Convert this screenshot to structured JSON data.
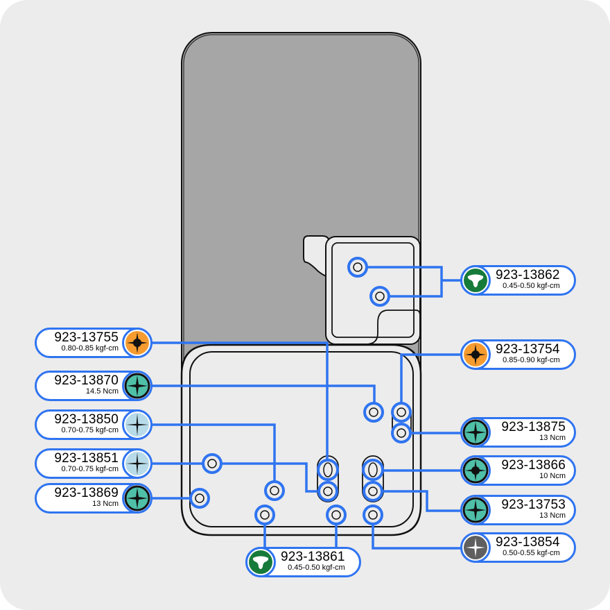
{
  "diagram": {
    "title": "Screw map",
    "colors": {
      "leader": "#2f74f0",
      "device_upper": "#a6a6a6",
      "device_lower": "#ececec",
      "outline": "#111111"
    },
    "screws": [
      {
        "part": "923-13755",
        "spec": "0.80-0.85 kgf-cm",
        "head": "phillips-dot",
        "color": "#f59b2f",
        "side": "left"
      },
      {
        "part": "923-13870",
        "spec": "14.5 Ncm",
        "head": "phillips",
        "color": "#4fbfa8",
        "side": "left"
      },
      {
        "part": "923-13850",
        "spec": "0.70-0.75 kgf-cm",
        "head": "phillips-thin",
        "color": "#b7dbe9",
        "side": "left"
      },
      {
        "part": "923-13851",
        "spec": "0.70-0.75 kgf-cm",
        "head": "phillips-thin",
        "color": "#b7dbe9",
        "side": "left"
      },
      {
        "part": "923-13869",
        "spec": "13 Ncm",
        "head": "phillips",
        "color": "#4fbfa8",
        "side": "left"
      },
      {
        "part": "923-13862",
        "spec": "0.45-0.50 kgf-cm",
        "head": "tri-wing",
        "color": "#167a3a",
        "side": "right"
      },
      {
        "part": "923-13754",
        "spec": "0.85-0.90 kgf-cm",
        "head": "phillips-dot",
        "color": "#f59b2f",
        "side": "right"
      },
      {
        "part": "923-13875",
        "spec": "13 Ncm",
        "head": "phillips",
        "color": "#4fbfa8",
        "side": "right"
      },
      {
        "part": "923-13866",
        "spec": "10 Ncm",
        "head": "phillips-dot",
        "color": "#4fbfa8",
        "side": "right"
      },
      {
        "part": "923-13753",
        "spec": "13 Ncm",
        "head": "phillips",
        "color": "#4fbfa8",
        "side": "right"
      },
      {
        "part": "923-13854",
        "spec": "0.50-0.55 kgf-cm",
        "head": "phillips-white",
        "color": "#5f5f5f",
        "side": "right"
      },
      {
        "part": "923-13861",
        "spec": "0.45-0.50 kgf-cm",
        "head": "tri-wing",
        "color": "#167a3a",
        "side": "bottom"
      }
    ]
  }
}
